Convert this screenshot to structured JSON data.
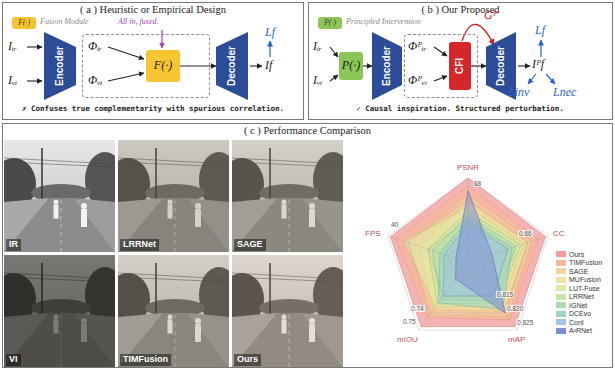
{
  "diagram": {
    "nodes": [
      {
        "text": [
          "( a ) Heuristic or Empirical Design"
        ]
      },
      {
        "text": [
          "F(·)",
          "Fusion Module"
        ],
        "in": 0
      },
      {
        "text": [
          "Encoder"
        ],
        "in": 0
      },
      {
        "text": [
          "Φᵢᵣ",
          "Φᵥᵢ"
        ],
        "in": 0
      },
      {
        "text": [
          "F(·)"
        ],
        "in": 3
      },
      {
        "text": [
          "Decoder"
        ],
        "in": 0
      },
      {
        "text": [
          "( b ) Our Proposed"
        ]
      },
      {
        "text": [
          "P(·)",
          "Principled Intervention"
        ],
        "in": 6
      },
      {
        "text": [
          "P(·)"
        ],
        "in": 6
      },
      {
        "text": [
          "Encoder"
        ],
        "in": 6
      },
      {
        "text": [
          "Φᴾᵢᵣ",
          "Φᴾᵥᵢ"
        ],
        "in": 6
      },
      {
        "text": [
          "CFI"
        ],
        "in": 10
      },
      {
        "text": [
          "Decoder"
        ],
        "in": 6
      },
      {
        "text": [
          "( c ) Performance Comparison"
        ]
      }
    ],
    "edges": [
      {
        "from": 4,
        "to": 5,
        "arrow": "to"
      },
      {
        "from": 8,
        "to": 9,
        "arrow": "to"
      },
      {
        "from": 11,
        "to": 12,
        "arrow": "to"
      }
    ],
    "labels": [
      "Iᵢᵣ",
      "Iᵥᵢ",
      "All in, fused.",
      "If",
      "Lf",
      "✗ Confuses true complementarity with spurious correlation.",
      "Iᵢᵣ",
      "Iᵥᵢ",
      "Gᴾ",
      "Iᴾf",
      "Lf",
      "Linv",
      "Lnec",
      "✓ Causal inspiration. Structured perturbation.",
      "IR",
      "LRRNet",
      "SAGE",
      "VI",
      "TIMFusion",
      "Ours",
      "PSNR",
      "CC",
      "mAP",
      "mIOU",
      "FPS",
      "68",
      "0.66",
      "0.815",
      "0.820",
      "0.825",
      "0.74",
      "0.75",
      "40"
    ],
    "legend": [
      {
        "text": "Ours",
        "color": "#f29b9b"
      },
      {
        "text": "TIMFusion",
        "color": "#f5b99a"
      },
      {
        "text": "SAGE",
        "color": "#f7d29c"
      },
      {
        "text": "MUFusion",
        "color": "#f2e3a0"
      },
      {
        "text": "LUT-Fuse",
        "color": "#dfeca4"
      },
      {
        "text": "LRRNet",
        "color": "#c5e5a6"
      },
      {
        "text": "IGNet",
        "color": "#a9dcb0"
      },
      {
        "text": "DCEvo",
        "color": "#9fd3c6"
      },
      {
        "text": "ConI",
        "color": "#a3c4e2"
      },
      {
        "text": "A²RNet",
        "color": "#7f8fd6"
      }
    ]
  }
}
